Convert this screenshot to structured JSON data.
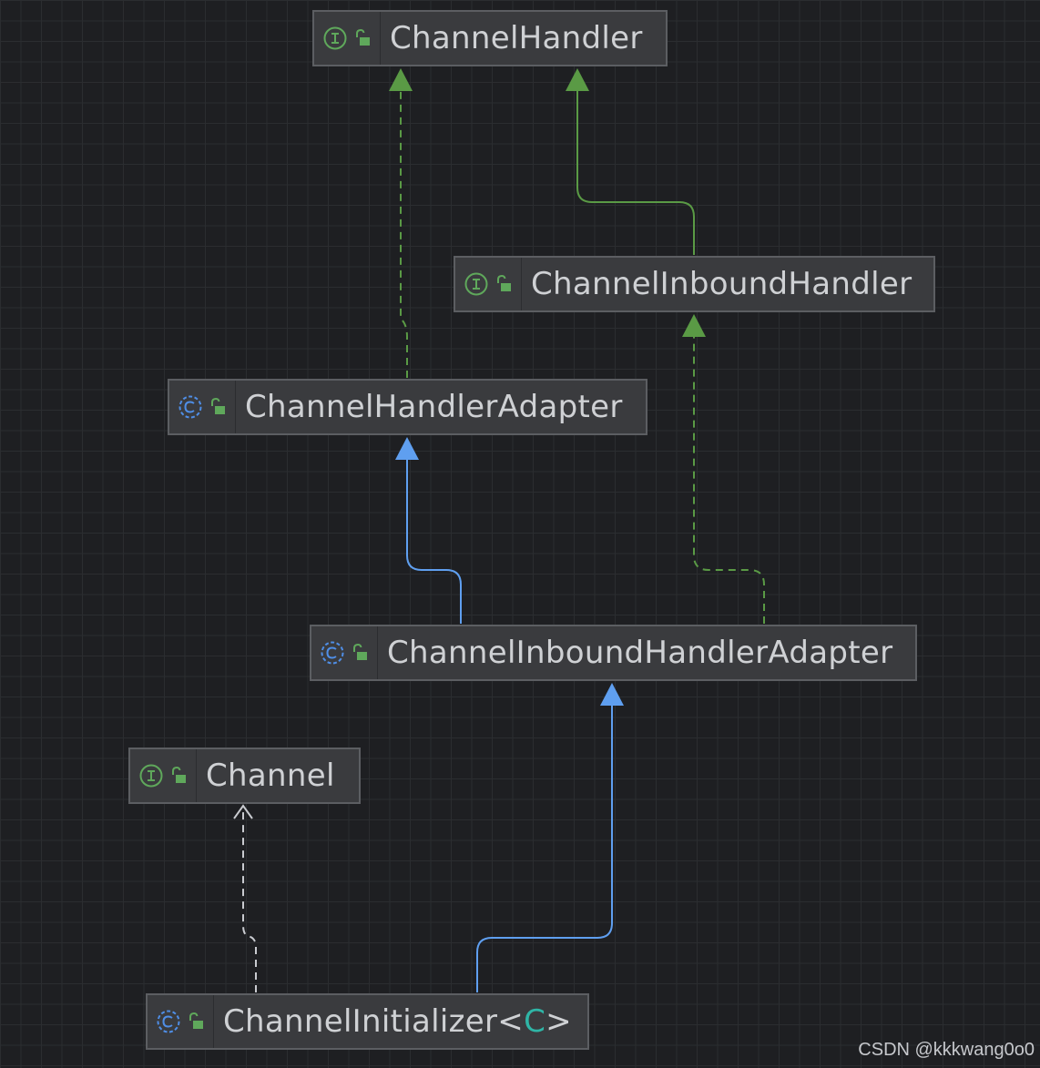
{
  "nodes": {
    "channel_handler": {
      "name": "ChannelHandler",
      "kind": "interface"
    },
    "channel_inbound_handler": {
      "name": "ChannelInboundHandler",
      "kind": "interface"
    },
    "channel_handler_adapter": {
      "name": "ChannelHandlerAdapter",
      "kind": "class"
    },
    "channel_inbound_handler_adapter": {
      "name": "ChannelInboundHandlerAdapter",
      "kind": "class"
    },
    "channel": {
      "name": "Channel",
      "kind": "interface"
    },
    "channel_initializer": {
      "name": "ChannelInitializer",
      "type_open": "<",
      "type_param": "C",
      "type_close": ">",
      "kind": "class"
    }
  },
  "edges": [
    {
      "from": "channel_inbound_handler",
      "to": "channel_handler",
      "type": "extends"
    },
    {
      "from": "channel_handler_adapter",
      "to": "channel_handler",
      "type": "implements"
    },
    {
      "from": "channel_inbound_handler_adapter",
      "to": "channel_handler_adapter",
      "type": "extends"
    },
    {
      "from": "channel_inbound_handler_adapter",
      "to": "channel_inbound_handler",
      "type": "implements"
    },
    {
      "from": "channel_initializer",
      "to": "channel_inbound_handler_adapter",
      "type": "extends"
    },
    {
      "from": "channel_initializer",
      "to": "channel",
      "type": "uses"
    }
  ],
  "colors": {
    "background": "#1e1f22",
    "interface_icon": "#5fa85b",
    "class_icon": "#4f8ee6",
    "implements_edge": "#5a9a45",
    "extends_edge": "#5f9ff0",
    "uses_edge": "#c9cbd0",
    "type_param": "#2fb5a6"
  },
  "watermark": "CSDN @kkkwang0o0"
}
